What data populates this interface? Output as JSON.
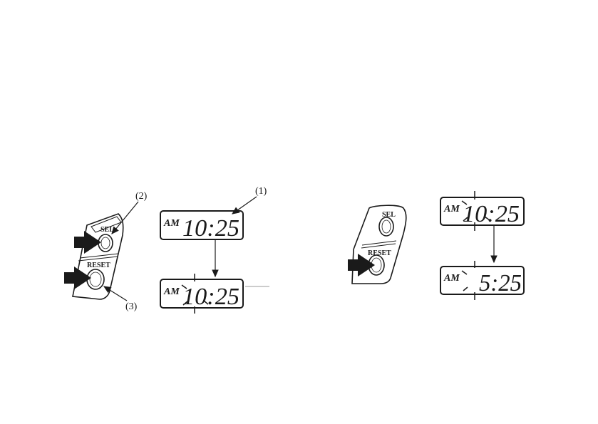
{
  "callouts": {
    "c1": "(1)",
    "c2": "(2)",
    "c3": "(3)"
  },
  "buttons": {
    "sel": "SEL",
    "reset": "RESET"
  },
  "left_panel": {
    "display_top": {
      "ampm": "AM",
      "time": "10:25"
    },
    "display_bottom": {
      "ampm": "AM",
      "time": "10:25"
    }
  },
  "right_panel": {
    "display_top": {
      "ampm": "AM",
      "time": "10:25"
    },
    "display_bottom": {
      "ampm": "AM",
      "time": "5:25"
    }
  },
  "colors": {
    "ink": "#1a1a1a",
    "panel": "#ffffff",
    "rule": "#9a9a9a"
  }
}
